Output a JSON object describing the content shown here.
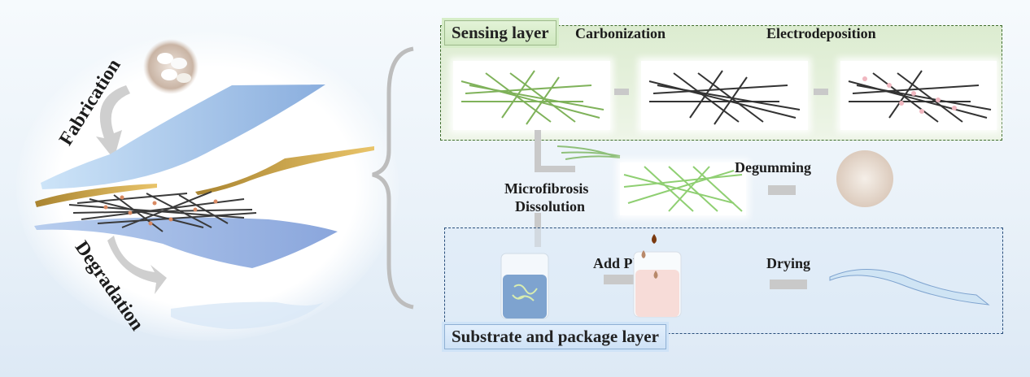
{
  "left_panel": {
    "fabrication_label": "Fabrication",
    "degradation_label": "Degradation",
    "icons": [
      "silk-cocoon-photo",
      "curved-arrow",
      "exploded-layers",
      "degraded-film"
    ]
  },
  "sensing_layer": {
    "tag": "Sensing layer",
    "steps": [
      "Carbonization",
      "Electrodeposition"
    ],
    "border_color": "#3d6b2a",
    "fiber_colors": {
      "silk": "#7fb25a",
      "carbon": "#333333",
      "particles": "#f0b7c0"
    }
  },
  "middle": {
    "microfibrosis_label": "Microfibrosis",
    "dissolution_label": "Dissolution",
    "degumming_label": "Degumming"
  },
  "substrate_layer": {
    "tag": "Substrate and package layer",
    "steps": [
      "Add PU",
      "Drying"
    ],
    "border_color": "#2a4f7c",
    "beaker_colors": {
      "fiber_solution": "#7ea3cf",
      "pu": "#f7dcd8",
      "drop": "#7a3a10"
    }
  }
}
